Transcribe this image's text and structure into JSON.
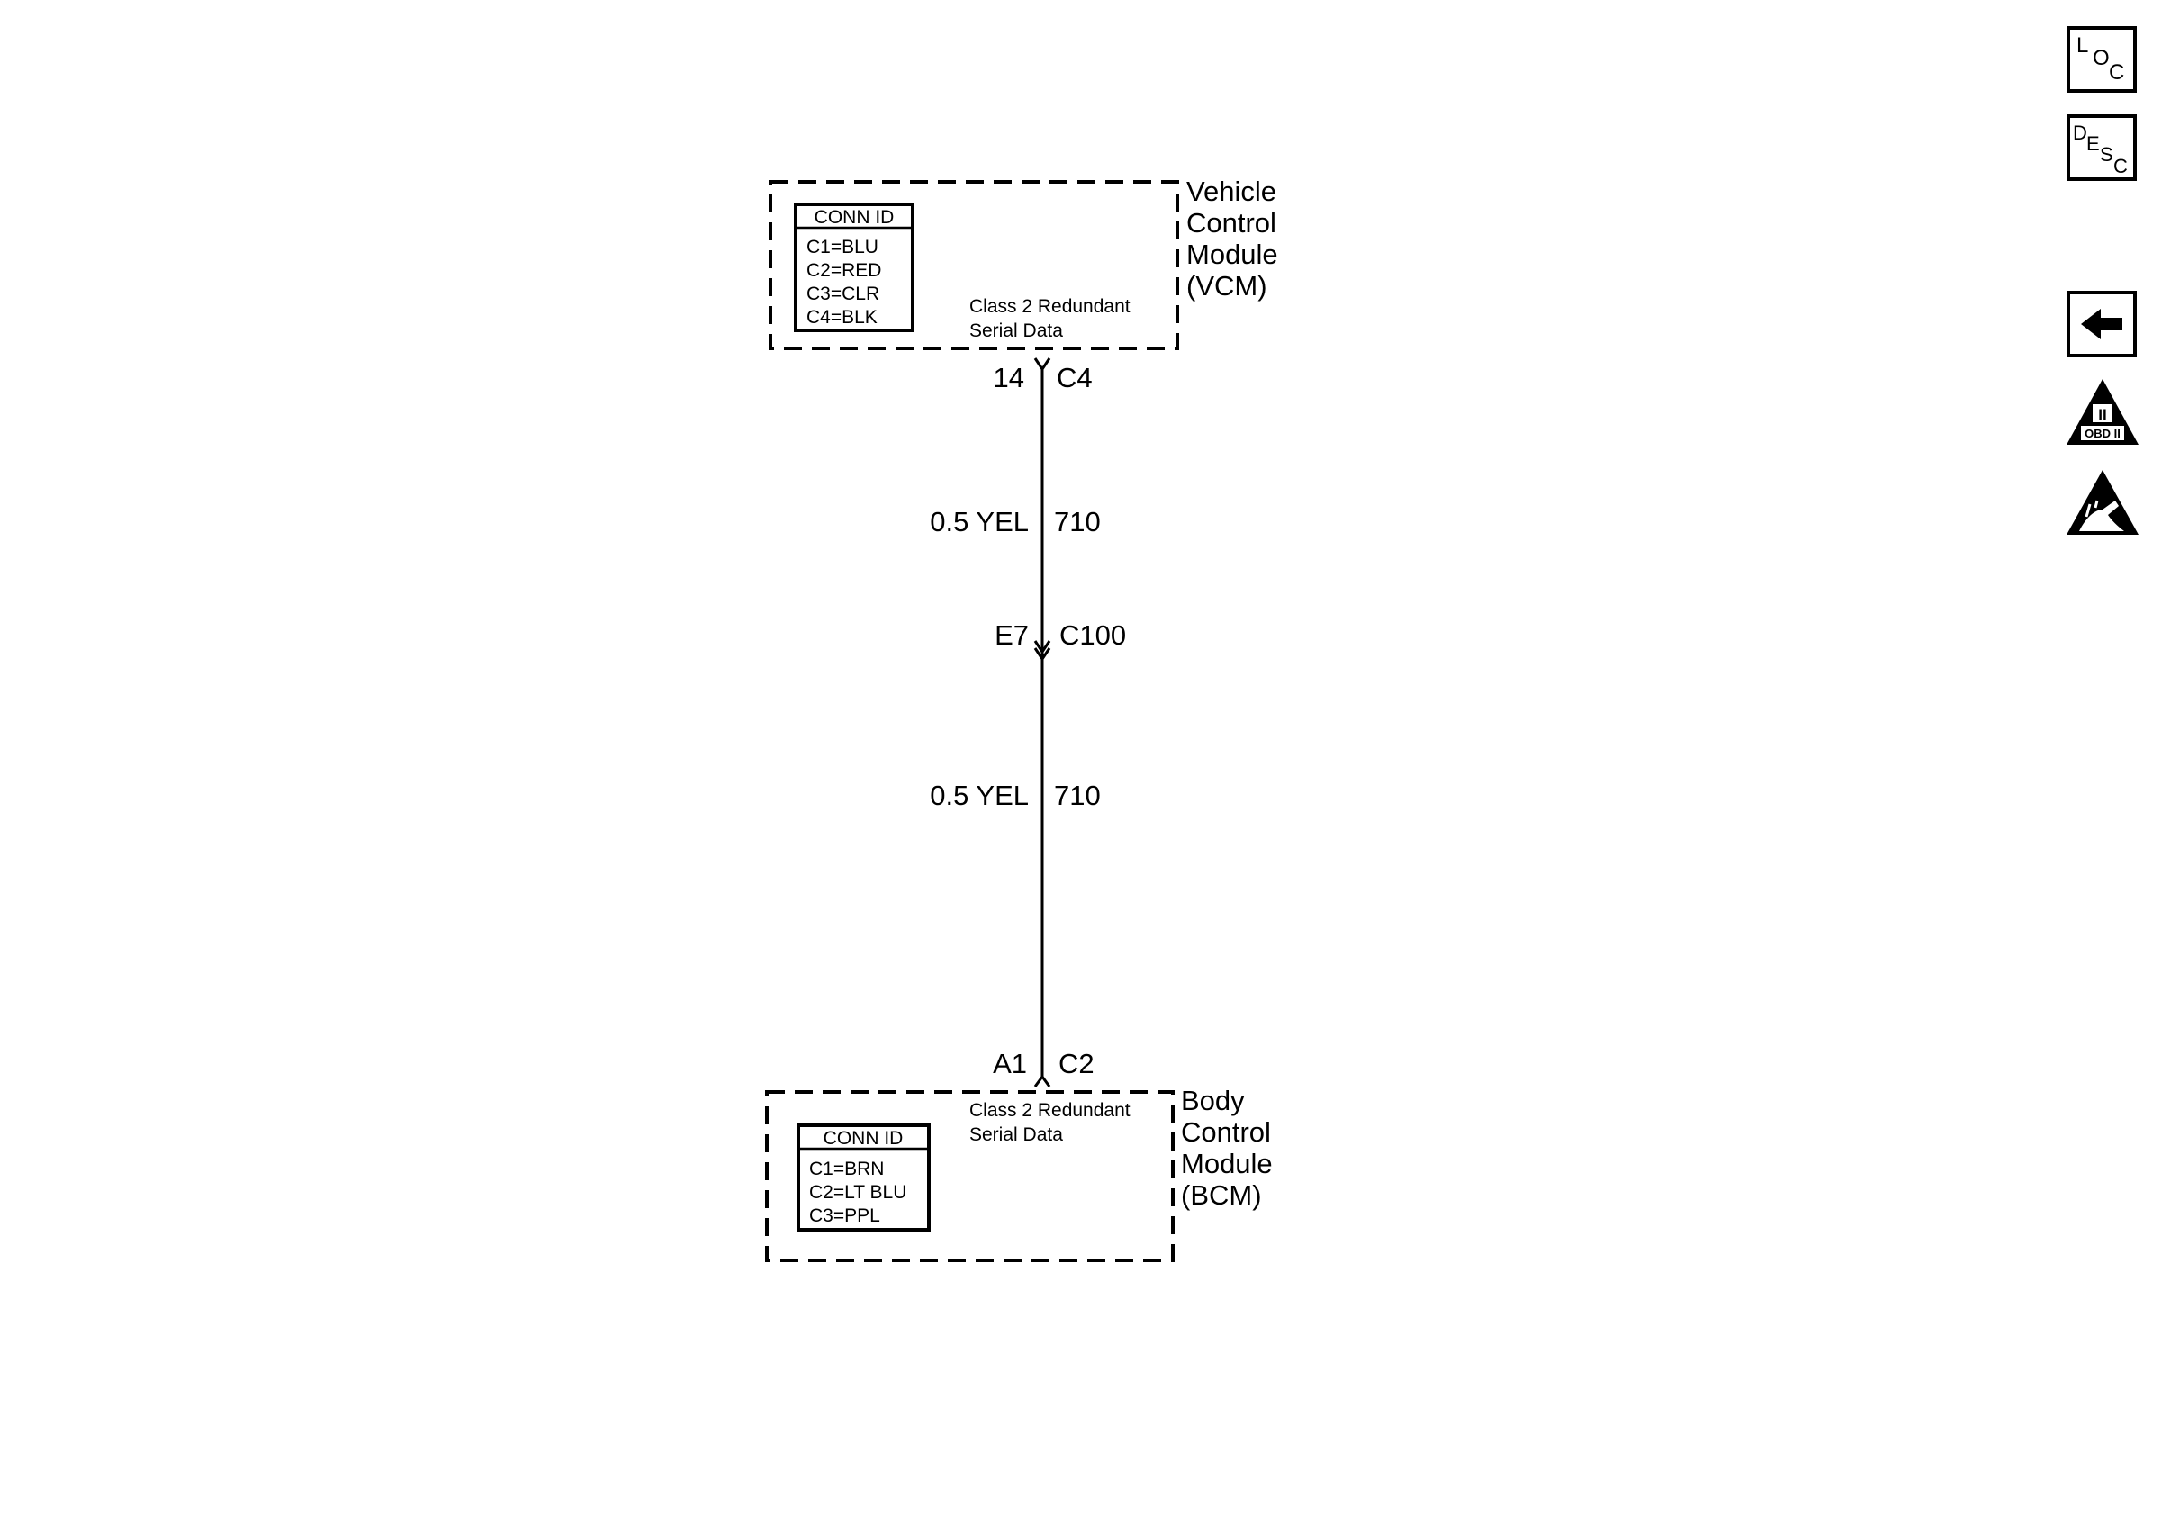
{
  "vcm": {
    "name_lines": [
      "Vehicle",
      "Control",
      "Module",
      "(VCM)"
    ],
    "conn_title": "CONN ID",
    "conn_items": [
      "C1=BLU",
      "C2=RED",
      "C3=CLR",
      "C4=BLK"
    ],
    "circuit_label_lines": [
      "Class 2 Redundant",
      "Serial Data"
    ],
    "pin": "14",
    "connector": "C4"
  },
  "wire_upper": {
    "gauge_color": "0.5 YEL",
    "circuit": "710"
  },
  "inline": {
    "pin": "E7",
    "connector": "C100"
  },
  "wire_lower": {
    "gauge_color": "0.5 YEL",
    "circuit": "710"
  },
  "bcm": {
    "name_lines": [
      "Body",
      "Control",
      "Module",
      "(BCM)"
    ],
    "conn_title": "CONN ID",
    "conn_items": [
      "C1=BRN",
      "C2=LT BLU",
      "C3=PPL"
    ],
    "circuit_label_lines": [
      "Class 2 Redundant",
      "Serial Data"
    ],
    "pin": "A1",
    "connector": "C2"
  },
  "toolbar": {
    "loc": {
      "icon": "loc-icon",
      "letters": [
        "L",
        "O",
        "C"
      ]
    },
    "desc": {
      "icon": "desc-icon",
      "letters": [
        "D",
        "E",
        "S",
        "C"
      ]
    },
    "back": {
      "icon": "back-arrow-icon"
    },
    "obd": {
      "icon": "obd-ii-icon",
      "mark": "II",
      "label": "OBD II"
    },
    "esd": {
      "icon": "esd-warning-icon"
    }
  },
  "colors": {
    "ink": "#000000",
    "background": "#ffffff"
  }
}
